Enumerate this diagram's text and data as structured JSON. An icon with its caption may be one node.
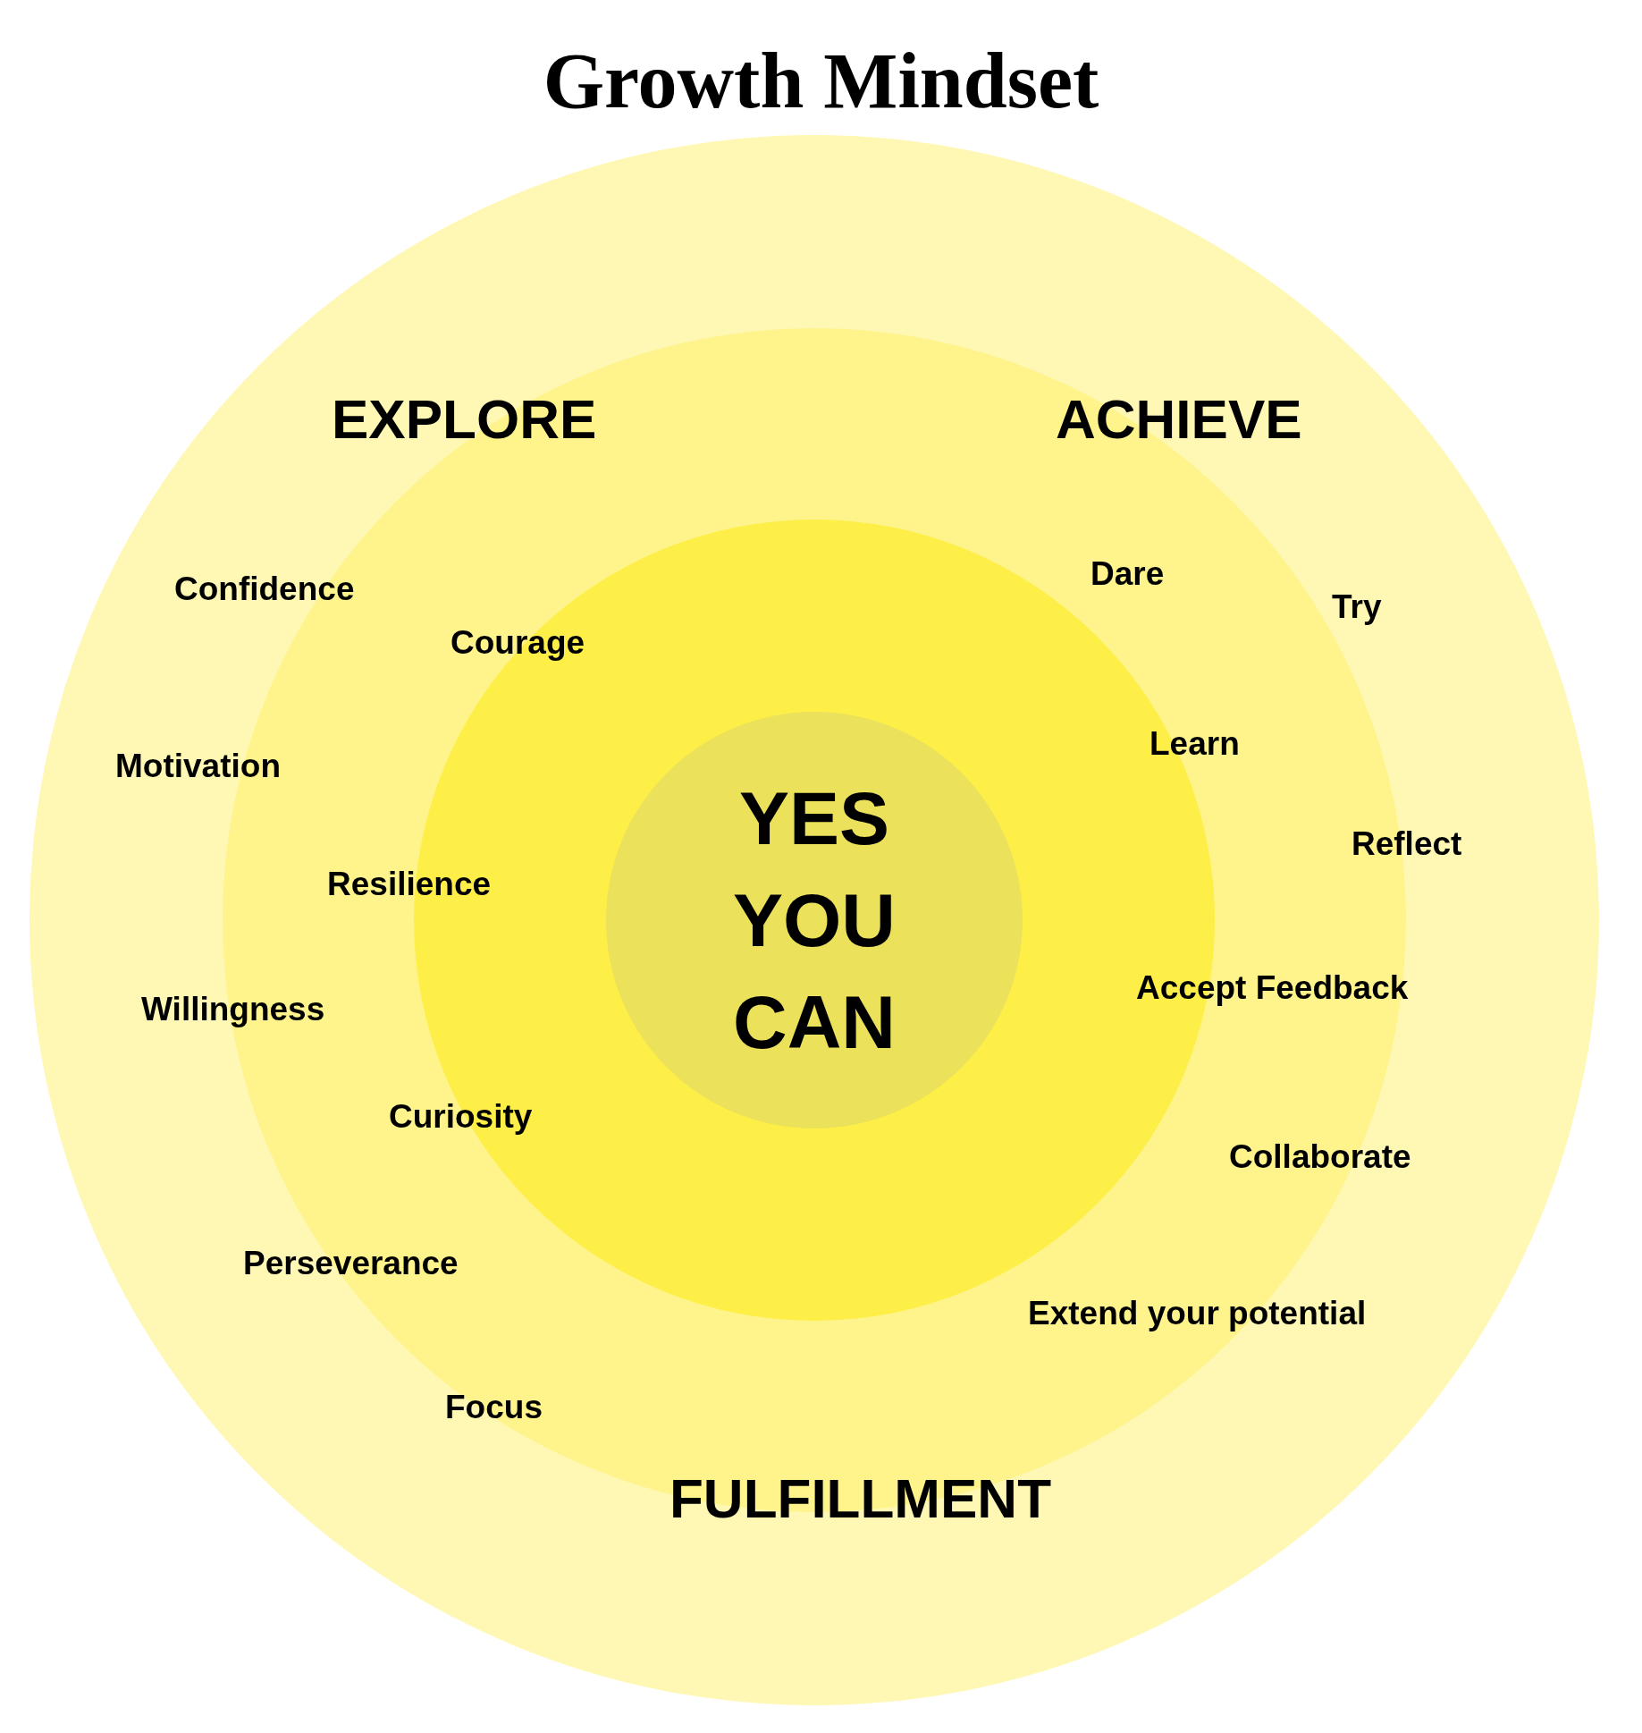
{
  "diagram": {
    "title": "Growth Mindset",
    "nodes": [
      {
        "text": [],
        "shape": "circle"
      },
      {
        "text": [],
        "shape": "circle",
        "in": 0
      },
      {
        "text": [],
        "shape": "circle",
        "in": 1
      },
      {
        "text": [
          "YES YOU CAN"
        ],
        "in": 2
      }
    ],
    "labels": [
      "EXPLORE",
      "ACHIEVE",
      "Confidence",
      "Dare",
      "Try",
      "Courage",
      "Learn",
      "Motivation",
      "Reflect",
      "Resilience",
      "Accept Feedback",
      "Willingness",
      "Curiosity",
      "Collaborate",
      "Perseverance",
      "Extend your potential",
      "Focus",
      "FULFILLMENT"
    ]
  }
}
